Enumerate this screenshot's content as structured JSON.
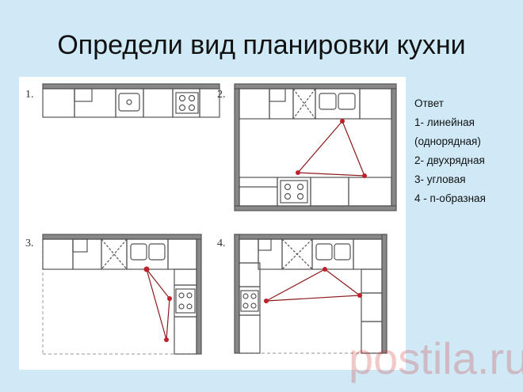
{
  "slide": {
    "title": "Определи вид планировки кухни"
  },
  "plans": [
    {
      "number": "1."
    },
    {
      "number": "2."
    },
    {
      "number": "3."
    },
    {
      "number": "4."
    }
  ],
  "answer": {
    "heading": "Ответ",
    "lines": [
      "1- линейная",
      "(однорядная)",
      "2- двухрядная",
      "3- угловая",
      "4 - п-образная"
    ]
  },
  "watermark": {
    "text": "postila.ru"
  },
  "colors": {
    "background": "#cfe9f7",
    "panel": "#ffffff",
    "wall": "#888888",
    "line": "#555555",
    "point": "#c0202a"
  }
}
